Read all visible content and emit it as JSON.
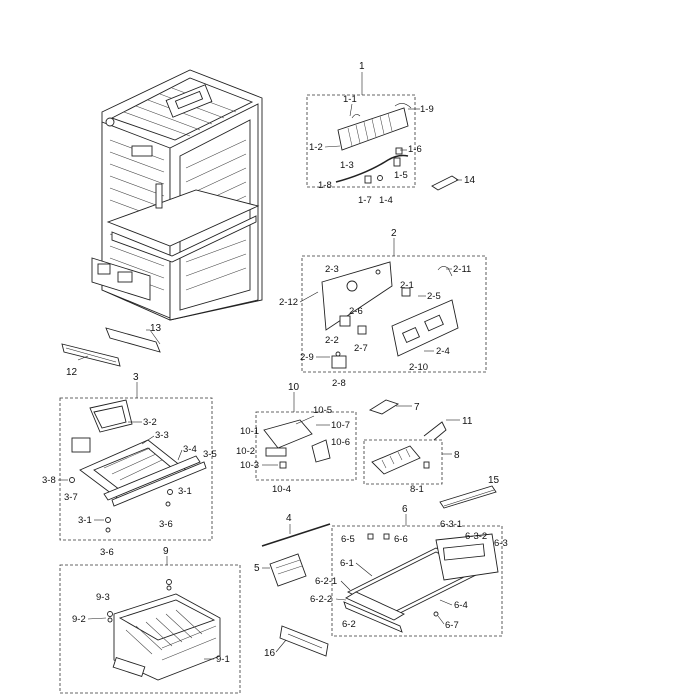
{
  "labels": {
    "g1": "1",
    "g1_1": "1-1",
    "g1_2": "1-2",
    "g1_3": "1-3",
    "g1_4": "1-4",
    "g1_5": "1-5",
    "g1_6": "1-6",
    "g1_7": "1-7",
    "g1_8": "1-8",
    "g1_9": "1-9",
    "p14": "14",
    "g2": "2",
    "g2_1": "2-1",
    "g2_2": "2-2",
    "g2_3": "2-3",
    "g2_4": "2-4",
    "g2_5": "2-5",
    "g2_6": "2-6",
    "g2_7": "2-7",
    "g2_8": "2-8",
    "g2_9": "2-9",
    "g2_10": "2-10",
    "g2_11": "2-11",
    "g2_12": "2-12",
    "p13": "13",
    "p12": "12",
    "g3": "3",
    "g3_1a": "3-1",
    "g3_1b": "3-1",
    "g3_2": "3-2",
    "g3_3": "3-3",
    "g3_4": "3-4",
    "g3_5": "3-5",
    "g3_6a": "3-6",
    "g3_6b": "3-6",
    "g3_7": "3-7",
    "g3_8": "3-8",
    "g10": "10",
    "g10_1": "10-1",
    "g10_2": "10-2",
    "g10_3": "10-3",
    "g10_4": "10-4",
    "g10_5": "10-5",
    "g10_6": "10-6",
    "g10_7": "10-7",
    "p7": "7",
    "p11": "11",
    "g8": "8",
    "g8_1": "8-1",
    "p15": "15",
    "p4": "4",
    "p5": "5",
    "p16": "16",
    "g6": "6",
    "g6_1": "6-1",
    "g6_2": "6-2",
    "g6_2_1": "6-2-1",
    "g6_2_2": "6-2-2",
    "g6_3": "6-3",
    "g6_3_1": "6-3-1",
    "g6_3_2": "6-3-2",
    "g6_4": "6-4",
    "g6_5": "6-5",
    "g6_6": "6-6",
    "g6_7": "6-7",
    "g9": "9",
    "g9_1": "9-1",
    "g9_2": "9-2",
    "g9_3": "9-3"
  }
}
